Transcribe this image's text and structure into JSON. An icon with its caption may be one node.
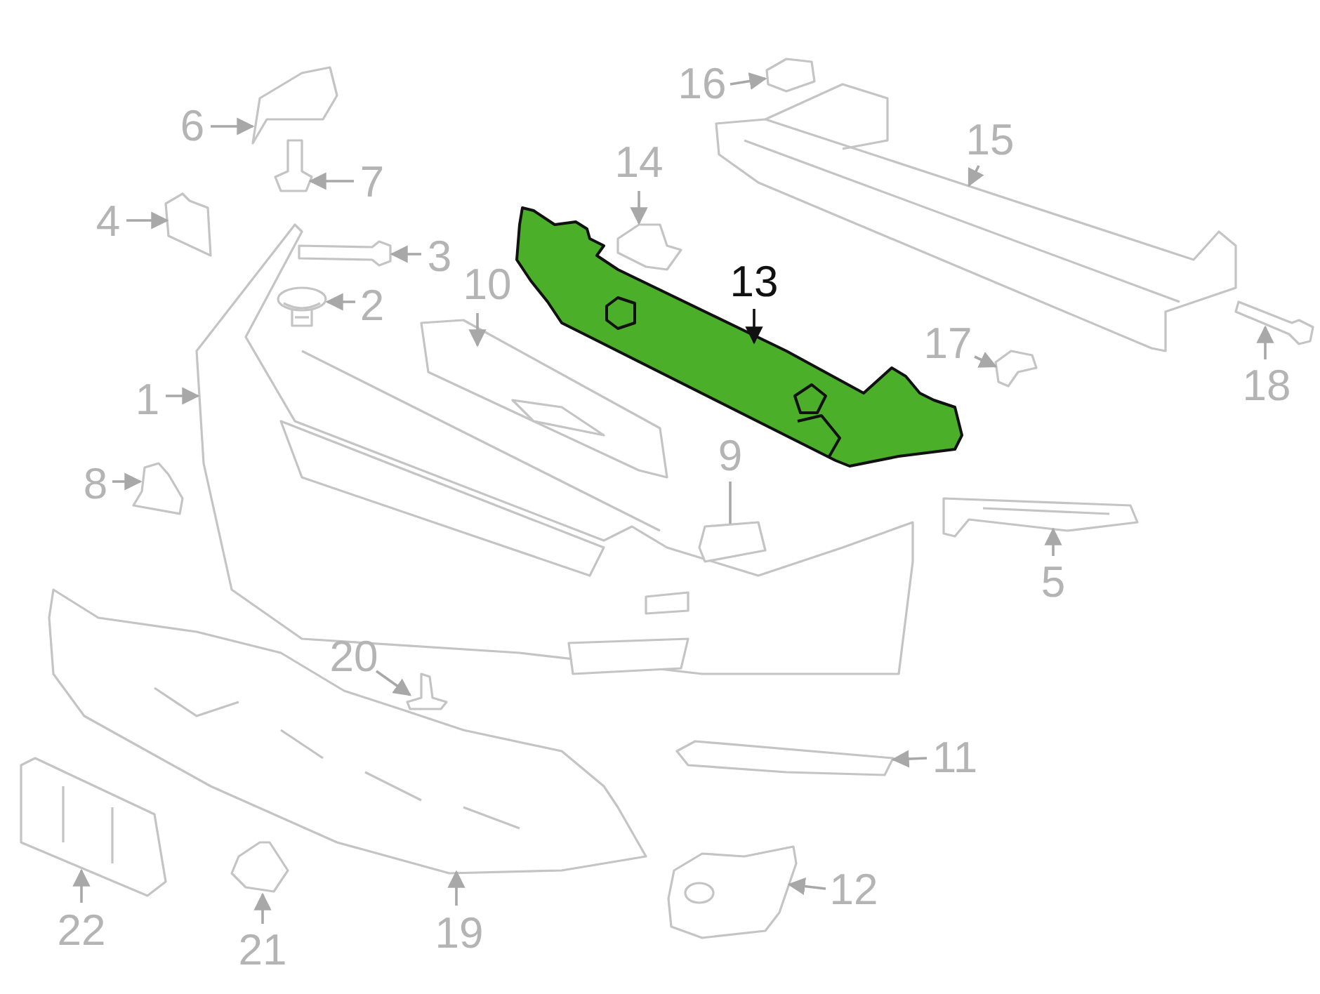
{
  "diagram": {
    "nodes": [
      {
        "text": [
          "1"
        ]
      },
      {
        "text": [],
        "shape": "picture"
      },
      {
        "text": [
          "2"
        ]
      },
      {
        "text": [],
        "shape": "picture"
      },
      {
        "text": [
          "3"
        ]
      },
      {
        "text": [],
        "shape": "picture"
      },
      {
        "text": [
          "4"
        ]
      },
      {
        "text": [],
        "shape": "picture"
      },
      {
        "text": [
          "5"
        ]
      },
      {
        "text": [],
        "shape": "picture"
      },
      {
        "text": [
          "6"
        ]
      },
      {
        "text": [],
        "shape": "picture"
      },
      {
        "text": [
          "7"
        ]
      },
      {
        "text": [],
        "shape": "picture"
      },
      {
        "text": [
          "8"
        ]
      },
      {
        "text": [],
        "shape": "picture"
      },
      {
        "text": [
          "9"
        ]
      },
      {
        "text": [],
        "shape": "picture"
      },
      {
        "text": [
          "10"
        ]
      },
      {
        "text": [],
        "shape": "picture"
      },
      {
        "text": [
          "11"
        ]
      },
      {
        "text": [],
        "shape": "picture"
      },
      {
        "text": [
          "12"
        ]
      },
      {
        "text": [],
        "shape": "picture"
      },
      {
        "text": [
          "13"
        ]
      },
      {
        "text": [],
        "shape": "picture"
      },
      {
        "text": [
          "14"
        ]
      },
      {
        "text": [],
        "shape": "picture"
      },
      {
        "text": [
          "15"
        ]
      },
      {
        "text": [],
        "shape": "picture"
      },
      {
        "text": [
          "16"
        ]
      },
      {
        "text": [],
        "shape": "picture"
      },
      {
        "text": [
          "17"
        ]
      },
      {
        "text": [],
        "shape": "picture"
      },
      {
        "text": [
          "18"
        ]
      },
      {
        "text": [],
        "shape": "picture"
      },
      {
        "text": [
          "19"
        ]
      },
      {
        "text": [],
        "shape": "picture"
      },
      {
        "text": [
          "20"
        ]
      },
      {
        "text": [],
        "shape": "picture"
      },
      {
        "text": [
          "21"
        ]
      },
      {
        "text": [],
        "shape": "picture"
      },
      {
        "text": [
          "22"
        ]
      },
      {
        "text": [],
        "shape": "picture"
      }
    ],
    "edges": [
      {
        "from": 0,
        "to": 1,
        "arrow": "to"
      },
      {
        "from": 2,
        "to": 3,
        "arrow": "to"
      },
      {
        "from": 4,
        "to": 5,
        "arrow": "to"
      },
      {
        "from": 6,
        "to": 7,
        "arrow": "to"
      },
      {
        "from": 8,
        "to": 9,
        "arrow": "to"
      },
      {
        "from": 10,
        "to": 11,
        "arrow": "to"
      },
      {
        "from": 12,
        "to": 13,
        "arrow": "to"
      },
      {
        "from": 14,
        "to": 15,
        "arrow": "to"
      },
      {
        "from": 16,
        "to": 17,
        "arrow": "none"
      },
      {
        "from": 18,
        "to": 19,
        "arrow": "to"
      },
      {
        "from": 20,
        "to": 21,
        "arrow": "to"
      },
      {
        "from": 22,
        "to": 23,
        "arrow": "to"
      },
      {
        "from": 24,
        "to": 25,
        "arrow": "to",
        "color": "#111111"
      },
      {
        "from": 26,
        "to": 27,
        "arrow": "to"
      },
      {
        "from": 28,
        "to": 29,
        "arrow": "to"
      },
      {
        "from": 30,
        "to": 31,
        "arrow": "to"
      },
      {
        "from": 32,
        "to": 33,
        "arrow": "to"
      },
      {
        "from": 34,
        "to": 35,
        "arrow": "to"
      },
      {
        "from": 36,
        "to": 37,
        "arrow": "to"
      },
      {
        "from": 38,
        "to": 39,
        "arrow": "to"
      },
      {
        "from": 40,
        "to": 41,
        "arrow": "to"
      },
      {
        "from": 42,
        "to": 43,
        "arrow": "to"
      }
    ]
  }
}
